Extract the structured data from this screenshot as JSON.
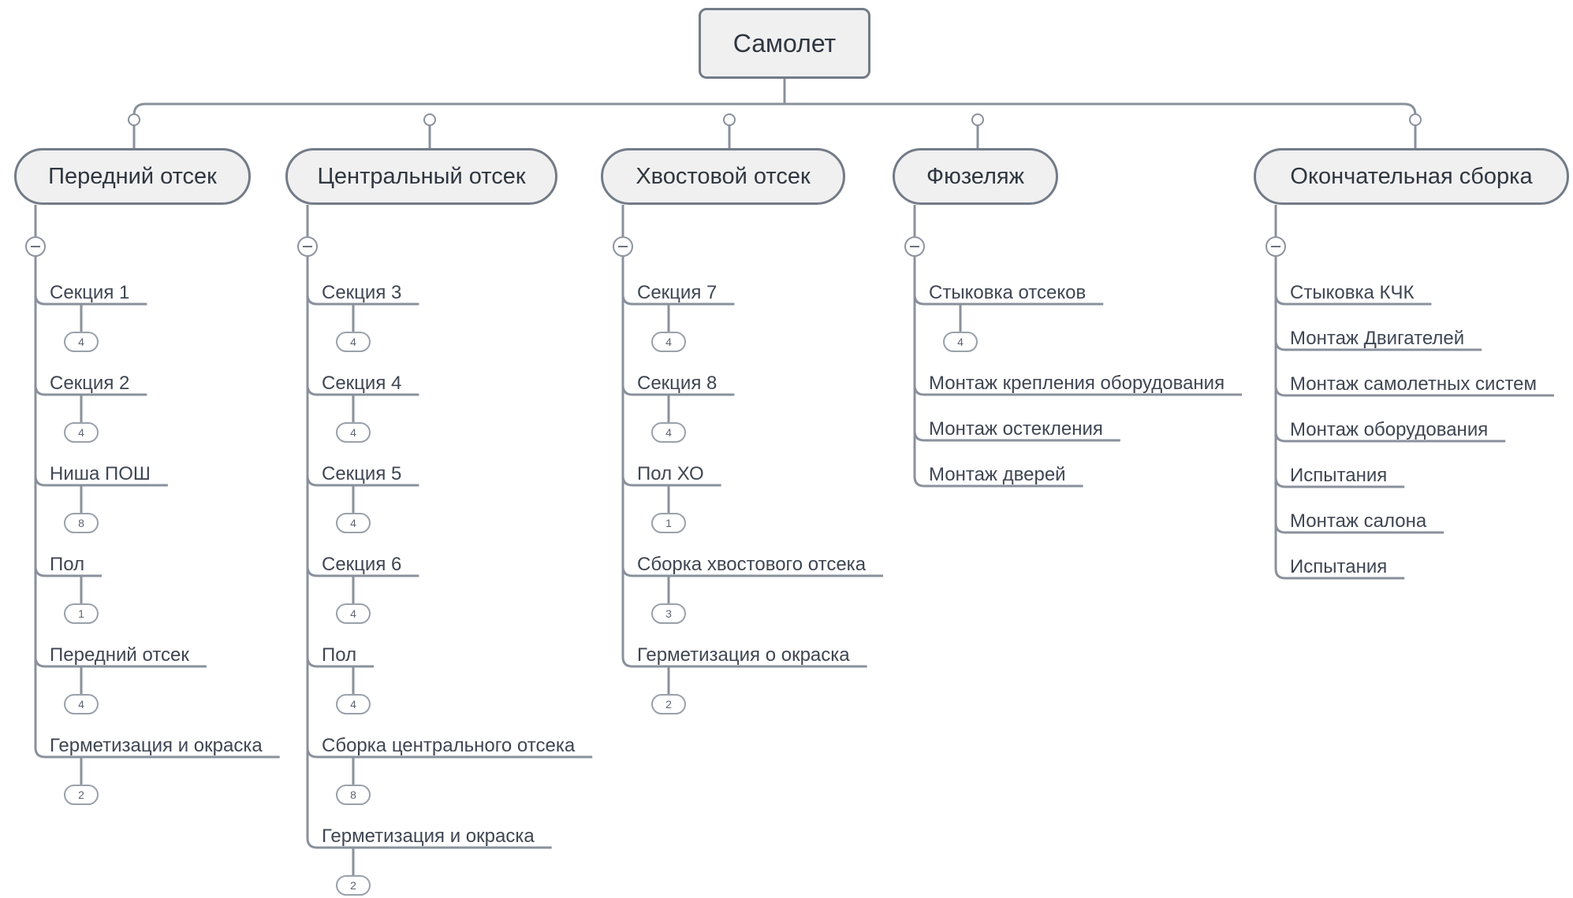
{
  "diagram": {
    "title": "Самолет",
    "root": {
      "label": "Самолет"
    },
    "branches": [
      {
        "label": "Передний отсек",
        "collapse_icon": "minus-circle-icon",
        "tasks": [
          {
            "label": "Секция 1",
            "badge": "4"
          },
          {
            "label": "Секция 2",
            "badge": "4"
          },
          {
            "label": "Ниша ПОШ",
            "badge": "8"
          },
          {
            "label": "Пол",
            "badge": "1"
          },
          {
            "label": "Передний отсек",
            "badge": "4"
          },
          {
            "label": "Герметизация и окраска",
            "badge": "2"
          }
        ]
      },
      {
        "label": "Центральный отсек",
        "collapse_icon": "minus-circle-icon",
        "tasks": [
          {
            "label": "Секция 3",
            "badge": "4"
          },
          {
            "label": "Секция 4",
            "badge": "4"
          },
          {
            "label": "Секция 5",
            "badge": "4"
          },
          {
            "label": "Секция 6",
            "badge": "4"
          },
          {
            "label": "Пол",
            "badge": "4"
          },
          {
            "label": "Сборка центрального отсека",
            "badge": "8"
          },
          {
            "label": "Герметизация и окраска",
            "badge": "2"
          }
        ]
      },
      {
        "label": "Хвостовой отсек",
        "collapse_icon": "minus-circle-icon",
        "tasks": [
          {
            "label": "Секция 7",
            "badge": "4"
          },
          {
            "label": "Секция 8",
            "badge": "4"
          },
          {
            "label": "Пол ХО",
            "badge": "1"
          },
          {
            "label": "Сборка хвостового отсека",
            "badge": "3"
          },
          {
            "label": "Герметизация о окраска",
            "badge": "2"
          }
        ]
      },
      {
        "label": "Фюзеляж",
        "collapse_icon": "minus-circle-icon",
        "tasks": [
          {
            "label": "Стыковка отсеков",
            "badge": "4"
          },
          {
            "label": "Монтаж крепления оборудования",
            "badge": null
          },
          {
            "label": "Монтаж остекления",
            "badge": null
          },
          {
            "label": "Монтаж дверей",
            "badge": null
          }
        ]
      },
      {
        "label": "Окончательная сборка",
        "collapse_icon": "minus-circle-icon",
        "tasks": [
          {
            "label": "Стыковка КЧК",
            "badge": null
          },
          {
            "label": "Монтаж Двигателей",
            "badge": null
          },
          {
            "label": "Монтаж самолетных систем",
            "badge": null
          },
          {
            "label": "Монтаж оборудования",
            "badge": null
          },
          {
            "label": "Испытания",
            "badge": null
          },
          {
            "label": "Монтаж салона",
            "badge": null
          },
          {
            "label": "Испытания",
            "badge": null
          }
        ]
      }
    ],
    "colors": {
      "node_fill": "#f0f0f0",
      "node_border": "#737b88",
      "wire": "#8a919c",
      "text": "#3f4652",
      "background": "#ffffff"
    }
  }
}
